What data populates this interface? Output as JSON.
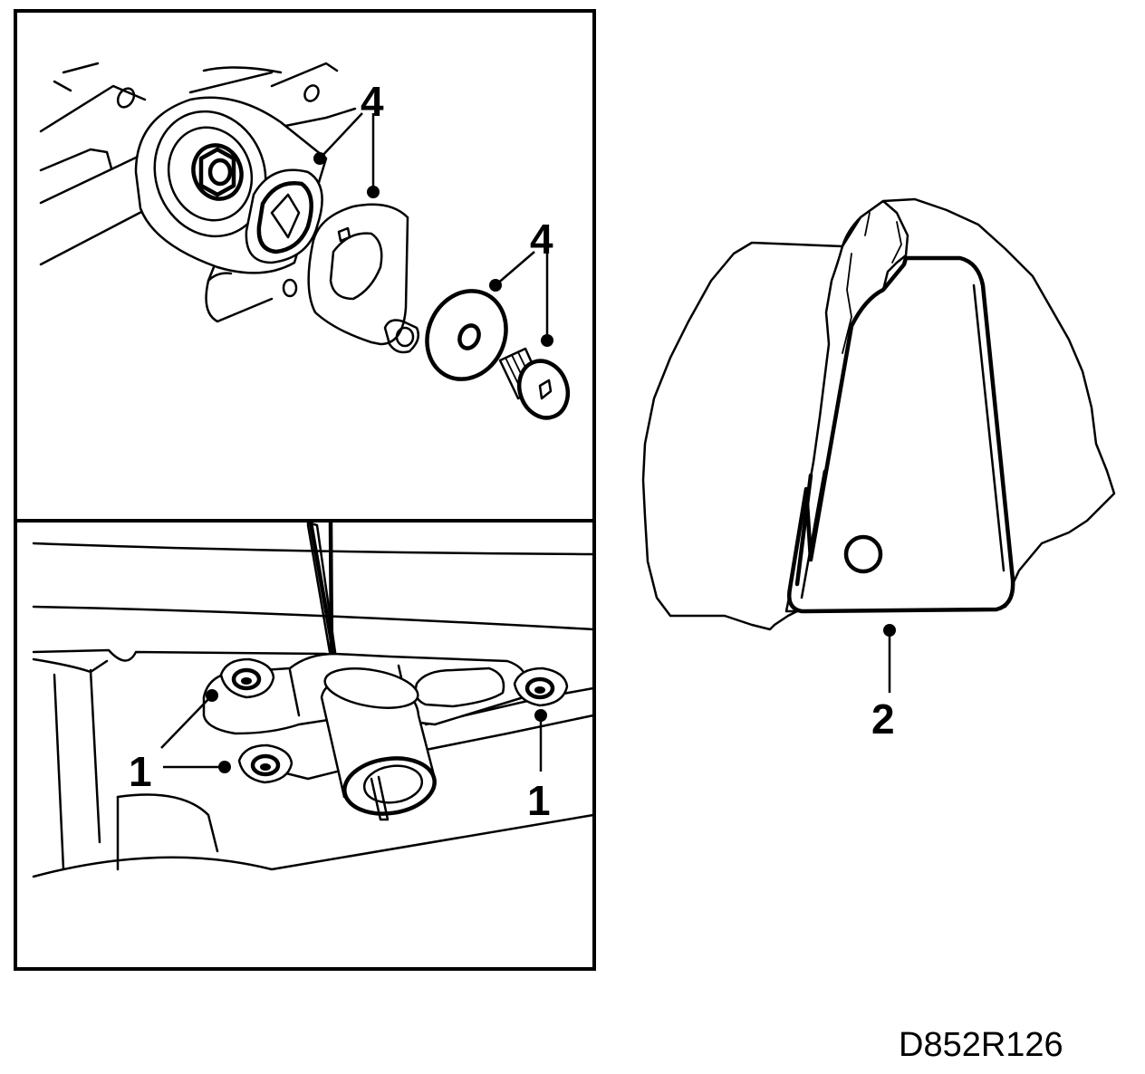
{
  "callouts": {
    "top_right_pair": "4",
    "washer_bolt": "4",
    "bracket": "2",
    "nut_left": "1",
    "nut_right": "1"
  },
  "figure_code": "D852R126"
}
